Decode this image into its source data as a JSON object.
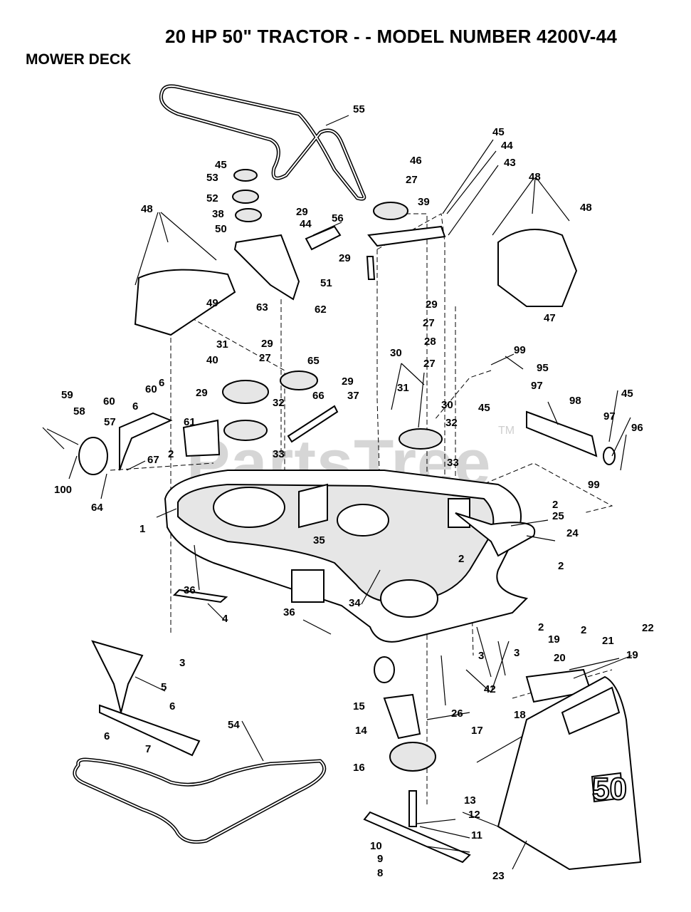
{
  "header": {
    "title": "20 HP 50\" TRACTOR - - MODEL NUMBER 4200V-44",
    "section": "MOWER DECK"
  },
  "watermark": {
    "text": "PartsTree",
    "tm": "TM"
  },
  "decal": {
    "text": "50"
  },
  "callouts": [
    "55",
    "45",
    "46",
    "27",
    "39",
    "44",
    "43",
    "45",
    "53",
    "52",
    "38",
    "50",
    "29",
    "44",
    "56",
    "29",
    "51",
    "48",
    "48",
    "48",
    "49",
    "63",
    "62",
    "47",
    "29",
    "27",
    "28",
    "27",
    "99",
    "95",
    "45",
    "97",
    "98",
    "97",
    "45",
    "96",
    "31",
    "29",
    "27",
    "65",
    "40",
    "66",
    "29",
    "37",
    "30",
    "31",
    "30",
    "32",
    "33",
    "32",
    "33",
    "60",
    "6",
    "6",
    "60",
    "29",
    "61",
    "59",
    "58",
    "57",
    "67",
    "100",
    "64",
    "2",
    "1",
    "35",
    "99",
    "2",
    "25",
    "24",
    "2",
    "2",
    "36",
    "4",
    "34",
    "36",
    "3",
    "3",
    "3",
    "42",
    "5",
    "6",
    "6",
    "7",
    "26",
    "15",
    "14",
    "2",
    "19",
    "2",
    "21",
    "19",
    "20",
    "22",
    "18",
    "17",
    "54",
    "16",
    "13",
    "12",
    "11",
    "10",
    "9",
    "8",
    "23"
  ]
}
